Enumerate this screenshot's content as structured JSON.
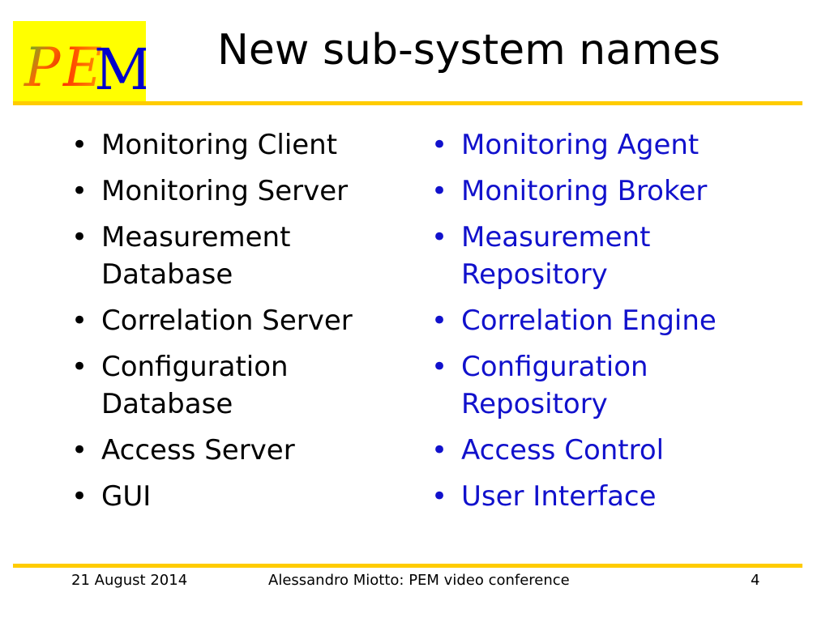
{
  "logo": {
    "text": "PEM",
    "bg_color": "#ffff00",
    "letter_color": "#0000cc"
  },
  "slide": {
    "title": "New sub-system names"
  },
  "old_names": [
    {
      "line1": "Monitoring Client",
      "line2": ""
    },
    {
      "line1": "Monitoring Server",
      "line2": ""
    },
    {
      "line1": "Measurement",
      "line2": "Database"
    },
    {
      "line1": "Correlation Server",
      "line2": ""
    },
    {
      "line1": "Configuration",
      "line2": "Database"
    },
    {
      "line1": "Access Server",
      "line2": ""
    },
    {
      "line1": "GUI",
      "line2": ""
    }
  ],
  "new_names": [
    {
      "line1": "Monitoring Agent",
      "line2": ""
    },
    {
      "line1": "Monitoring Broker",
      "line2": ""
    },
    {
      "line1": "Measurement",
      "line2": "Repository"
    },
    {
      "line1": "Correlation Engine",
      "line2": ""
    },
    {
      "line1": "Configuration",
      "line2": "Repository"
    },
    {
      "line1": "Access Control",
      "line2": ""
    },
    {
      "line1": "User Interface",
      "line2": ""
    }
  ],
  "bullet": "•",
  "colors": {
    "rule": "#ffcc00",
    "new_text": "#1111cc",
    "old_text": "#000000"
  },
  "footer": {
    "date": "21 August 2014",
    "center": "Alessandro Miotto: PEM video conference",
    "page": "4"
  }
}
